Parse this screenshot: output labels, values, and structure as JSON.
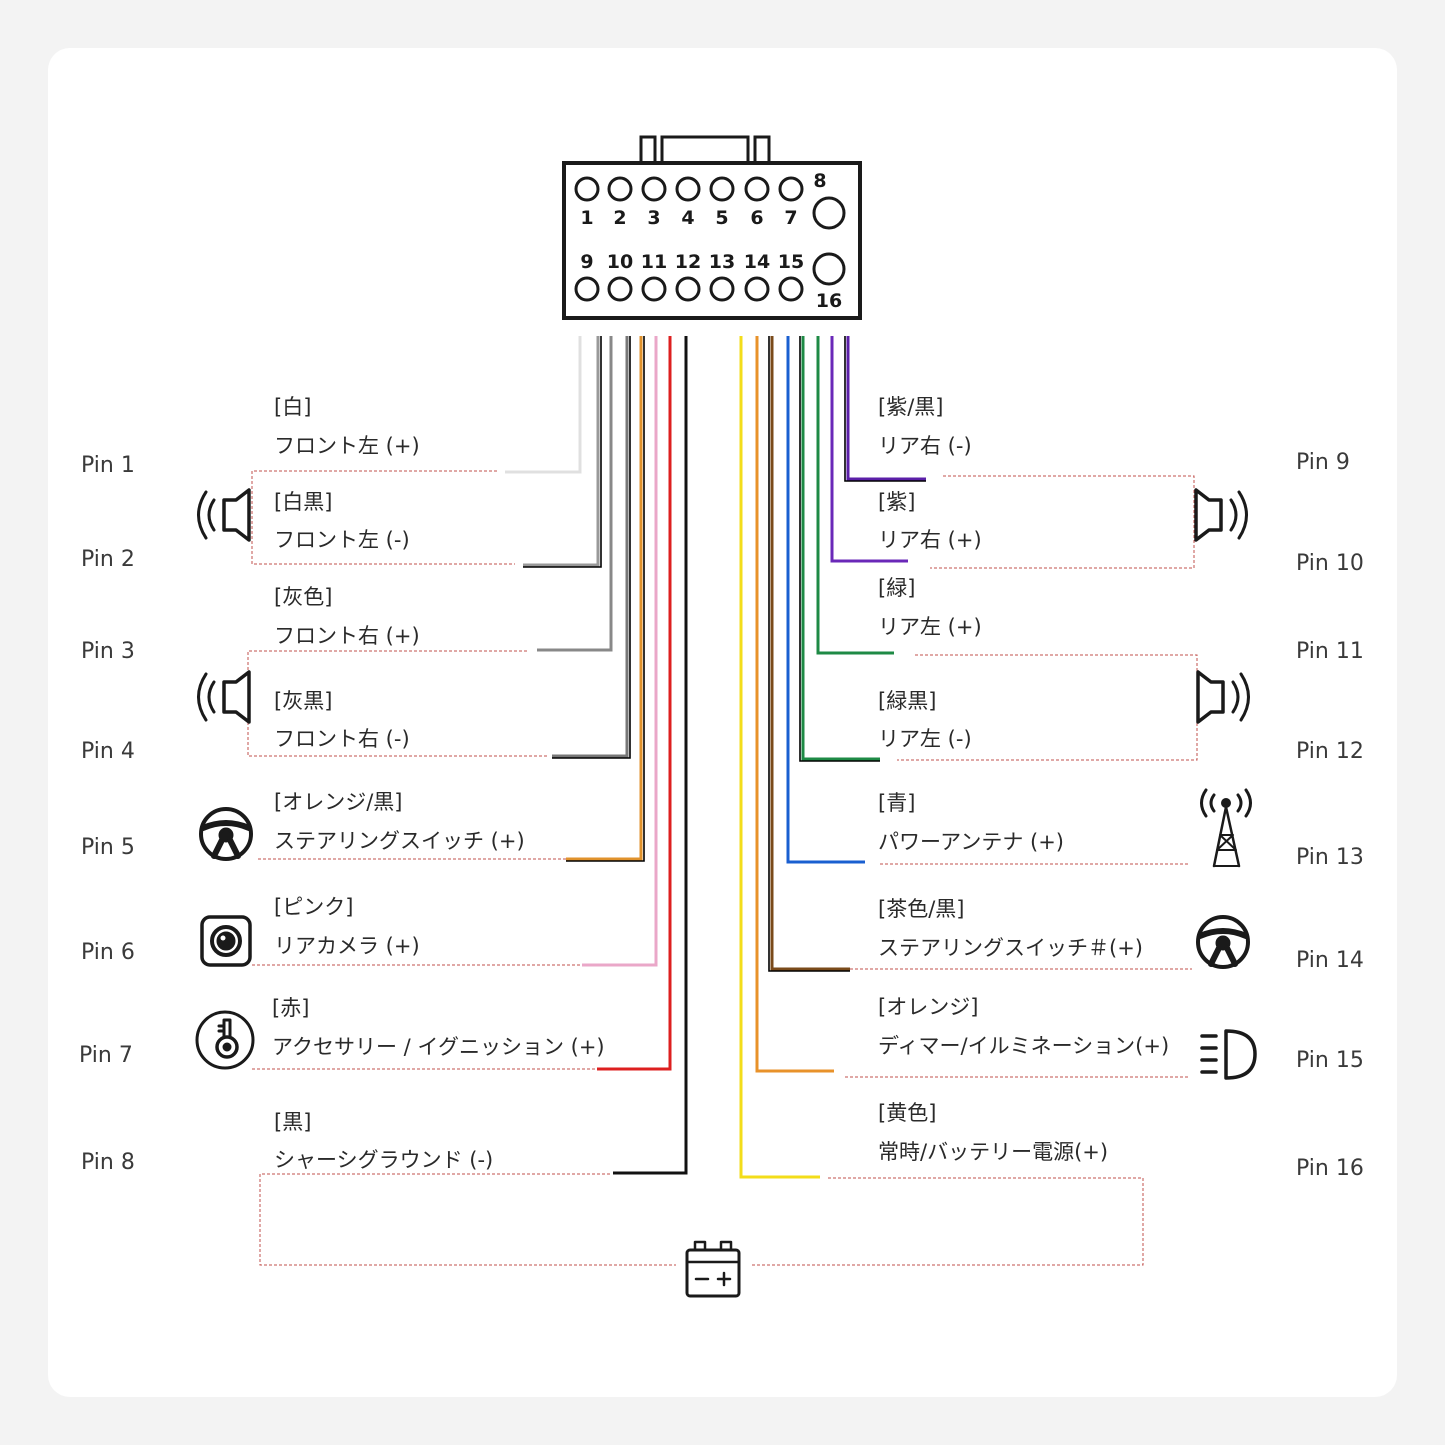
{
  "connector": {
    "top_numbers": [
      "1",
      "2",
      "3",
      "4",
      "5",
      "6",
      "7"
    ],
    "top_extra": "8",
    "bottom_numbers": [
      "9",
      "10",
      "11",
      "12",
      "13",
      "14",
      "15"
    ],
    "bottom_extra": "16"
  },
  "pins_left": [
    {
      "pin": "Pin 1",
      "color_name": "[白]",
      "function": "フロント左 (+)",
      "wire": "#e0e0e0"
    },
    {
      "pin": "Pin 2",
      "color_name": "[白黒]",
      "function": "フロント左 (-)",
      "wire": "#999999",
      "stripe": "#000000"
    },
    {
      "pin": "Pin 3",
      "color_name": "[灰色]",
      "function": "フロント右 (+)",
      "wire": "#888888"
    },
    {
      "pin": "Pin 4",
      "color_name": "[灰黒]",
      "function": "フロント右 (-)",
      "wire": "#777777",
      "stripe": "#000000"
    },
    {
      "pin": "Pin 5",
      "color_name": "[オレンジ/黒]",
      "function": "ステアリングスイッチ (+)",
      "wire": "#e0922c",
      "stripe": "#000000"
    },
    {
      "pin": "Pin 6",
      "color_name": "[ピンク]",
      "function": "リアカメラ (+)",
      "wire": "#eaa7c8"
    },
    {
      "pin": "Pin 7",
      "color_name": "[赤]",
      "function": "アクセサリー / イグニッション (+)",
      "wire": "#dd1f1f"
    },
    {
      "pin": "Pin 8",
      "color_name": "[黒]",
      "function": "シャーシグラウンド (-)",
      "wire": "#111111"
    }
  ],
  "pins_right": [
    {
      "pin": "Pin 9",
      "color_name": "[紫/黒]",
      "function": "リア右 (-)",
      "wire": "#5b1fa8",
      "stripe": "#000000"
    },
    {
      "pin": "Pin 10",
      "color_name": "[紫]",
      "function": "リア右 (+)",
      "wire": "#6a28b8"
    },
    {
      "pin": "Pin 11",
      "color_name": "[緑]",
      "function": "リア左 (+)",
      "wire": "#1e8a45"
    },
    {
      "pin": "Pin 12",
      "color_name": "[緑黒]",
      "function": "リア左 (-)",
      "wire": "#1e8a45",
      "stripe": "#000000"
    },
    {
      "pin": "Pin 13",
      "color_name": "[青]",
      "function": "パワーアンテナ (+)",
      "wire": "#1a5fd0"
    },
    {
      "pin": "Pin 14",
      "color_name": "[茶色/黒]",
      "function": "ステアリングスイッチ＃(+)",
      "wire": "#7a4a1a",
      "stripe": "#000000"
    },
    {
      "pin": "Pin 15",
      "color_name": "[オレンジ]",
      "function": "ディマー/イルミネーション(+)",
      "wire": "#e8922a"
    },
    {
      "pin": "Pin 16",
      "color_name": "[黄色]",
      "function": "常時/バッテリー電源(+)",
      "wire": "#f3dd1a"
    }
  ],
  "icons": {
    "speaker_left": "speaker-icon",
    "speaker_right": "speaker-icon",
    "steering": "steering-wheel-icon",
    "camera": "camera-icon",
    "ignition": "ignition-key-icon",
    "antenna": "antenna-icon",
    "headlight": "headlight-icon",
    "battery": "battery-icon"
  },
  "colors": {
    "dashed_box": "#c0504d",
    "outline": "#1a1a1a"
  }
}
